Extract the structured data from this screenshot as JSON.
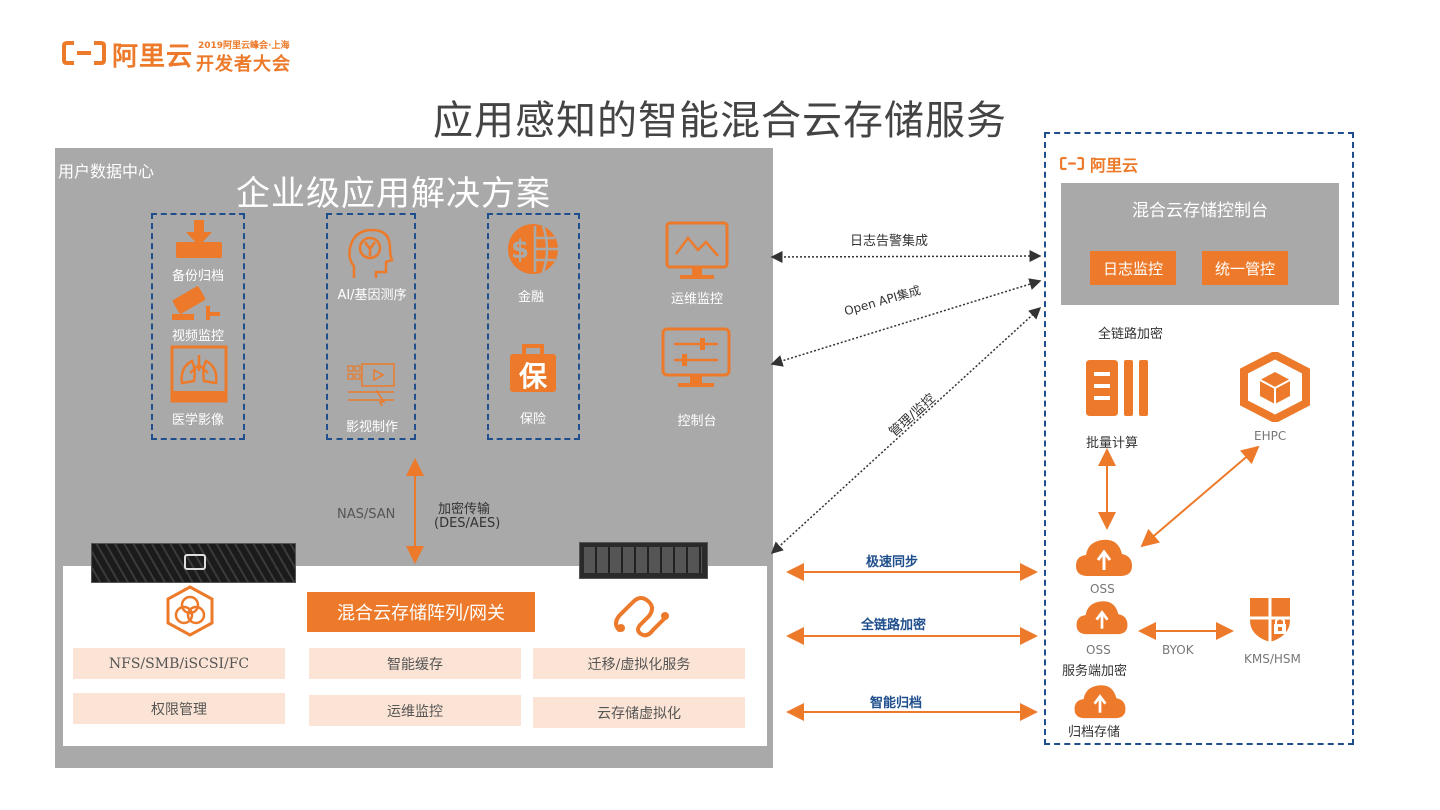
{
  "header": {
    "logo_text": "阿里云",
    "event_small": "2019阿里云峰会·上海",
    "event_big": "开发者大会",
    "title": "应用感知的智能混合云存储服务"
  },
  "datacenter": {
    "label": "用户数据中心",
    "solutions_title": "企业级应用解决方案",
    "apps": [
      {
        "label": "备份归档",
        "icon": "download-tray-icon"
      },
      {
        "label": "视频监控",
        "icon": "cctv-camera-icon"
      },
      {
        "label": "医学影像",
        "icon": "lungs-xray-icon"
      },
      {
        "label": "AI/基因测序",
        "icon": "brain-head-icon"
      },
      {
        "label": "影视制作",
        "icon": "video-editing-icon"
      },
      {
        "label": "金融",
        "icon": "globe-dollar-icon"
      },
      {
        "label": "保险",
        "icon": "insurance-briefcase-icon"
      },
      {
        "label": "运维监控",
        "icon": "monitor-chart-icon"
      },
      {
        "label": "控制台",
        "icon": "console-sliders-icon"
      }
    ],
    "transfer": {
      "protocol": "NAS/SAN",
      "encryption_line1": "加密传输",
      "encryption_line2": "(DES/AES)"
    },
    "gateway": {
      "label": "混合云存储阵列/网关",
      "features": [
        "NFS/SMB/iSCSI/FC",
        "智能缓存",
        "迁移/虚拟化服务",
        "权限管理",
        "运维监控",
        "云存储虚拟化"
      ]
    }
  },
  "links": {
    "log_alert": "日志告警集成",
    "open_api": "Open API集成",
    "manage": "管理/监控",
    "sync": "极速同步",
    "full_encrypt": "全链路加密",
    "archive": "智能归档"
  },
  "aliyun": {
    "logo_text": "阿里云",
    "console_title": "混合云存储控制台",
    "buttons": [
      "日志监控",
      "统一管控"
    ],
    "full_link_encrypt": "全链路加密",
    "batch": "批量计算",
    "ehpc": "EHPC",
    "oss": "OSS",
    "oss2": "OSS",
    "server_encrypt": "服务端加密",
    "byok": "BYOK",
    "kms": "KMS/HSM",
    "archive_storage": "归档存储"
  },
  "colors": {
    "accent": "#ec7a2a",
    "panel_gray": "#a9a9a9",
    "dash_blue": "#1f4e8c",
    "feature_bg": "#fbe4d5"
  }
}
